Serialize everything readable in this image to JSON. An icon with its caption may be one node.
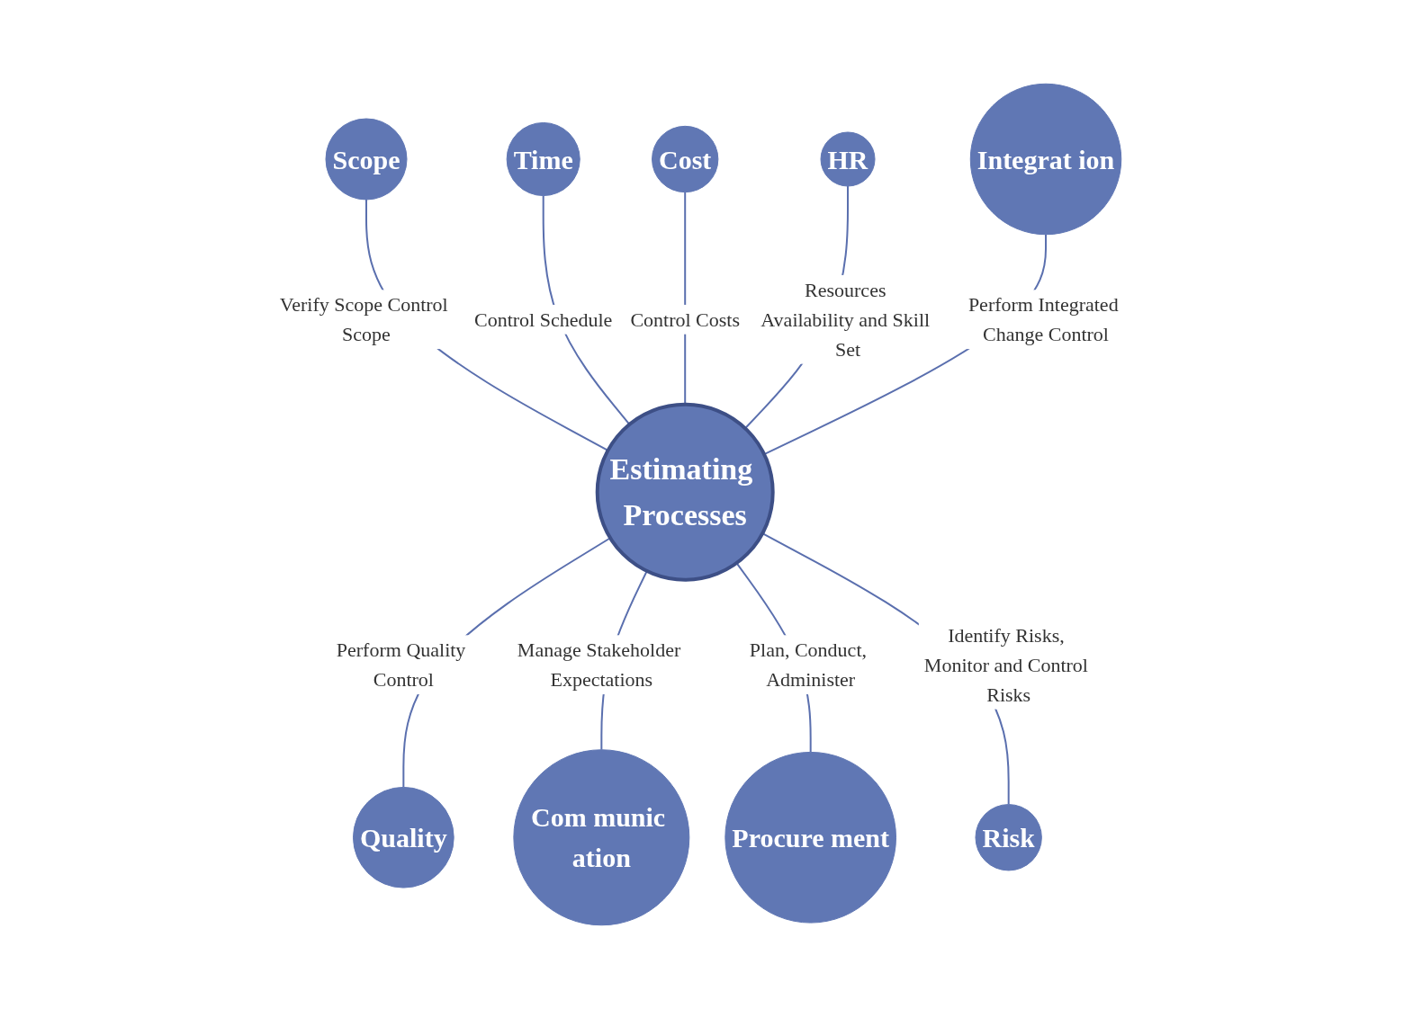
{
  "diagram": {
    "nodes": [
      {
        "text": [
          "Estimating Processes"
        ]
      },
      {
        "text": [
          "Scope"
        ]
      },
      {
        "text": [
          "Time"
        ]
      },
      {
        "text": [
          "Cost"
        ]
      },
      {
        "text": [
          "HR"
        ]
      },
      {
        "text": [
          "Integrat ion"
        ]
      },
      {
        "text": [
          "Quality"
        ]
      },
      {
        "text": [
          "Com munic ation"
        ]
      },
      {
        "text": [
          "Procure ment"
        ]
      },
      {
        "text": [
          "Risk"
        ]
      }
    ],
    "edges": [
      {
        "from": 1,
        "to": 0,
        "arrow": "none",
        "label": "Verify Scope Control Scope"
      },
      {
        "from": 2,
        "to": 0,
        "arrow": "none",
        "label": "Control Schedule"
      },
      {
        "from": 3,
        "to": 0,
        "arrow": "none",
        "label": "Control Costs"
      },
      {
        "from": 4,
        "to": 0,
        "arrow": "none",
        "label": "Resources Availability and Skill Set"
      },
      {
        "from": 5,
        "to": 0,
        "arrow": "none",
        "label": "Perform Integrated Change Control"
      },
      {
        "from": 0,
        "to": 6,
        "arrow": "none",
        "label": "Perform Quality Control"
      },
      {
        "from": 0,
        "to": 7,
        "arrow": "none",
        "label": "Manage Stakeholder Expectations"
      },
      {
        "from": 0,
        "to": 8,
        "arrow": "none",
        "label": "Plan, Conduct, Administer"
      },
      {
        "from": 0,
        "to": 9,
        "arrow": "none",
        "label": "Identify Risks, Monitor and Control Risks"
      }
    ]
  }
}
